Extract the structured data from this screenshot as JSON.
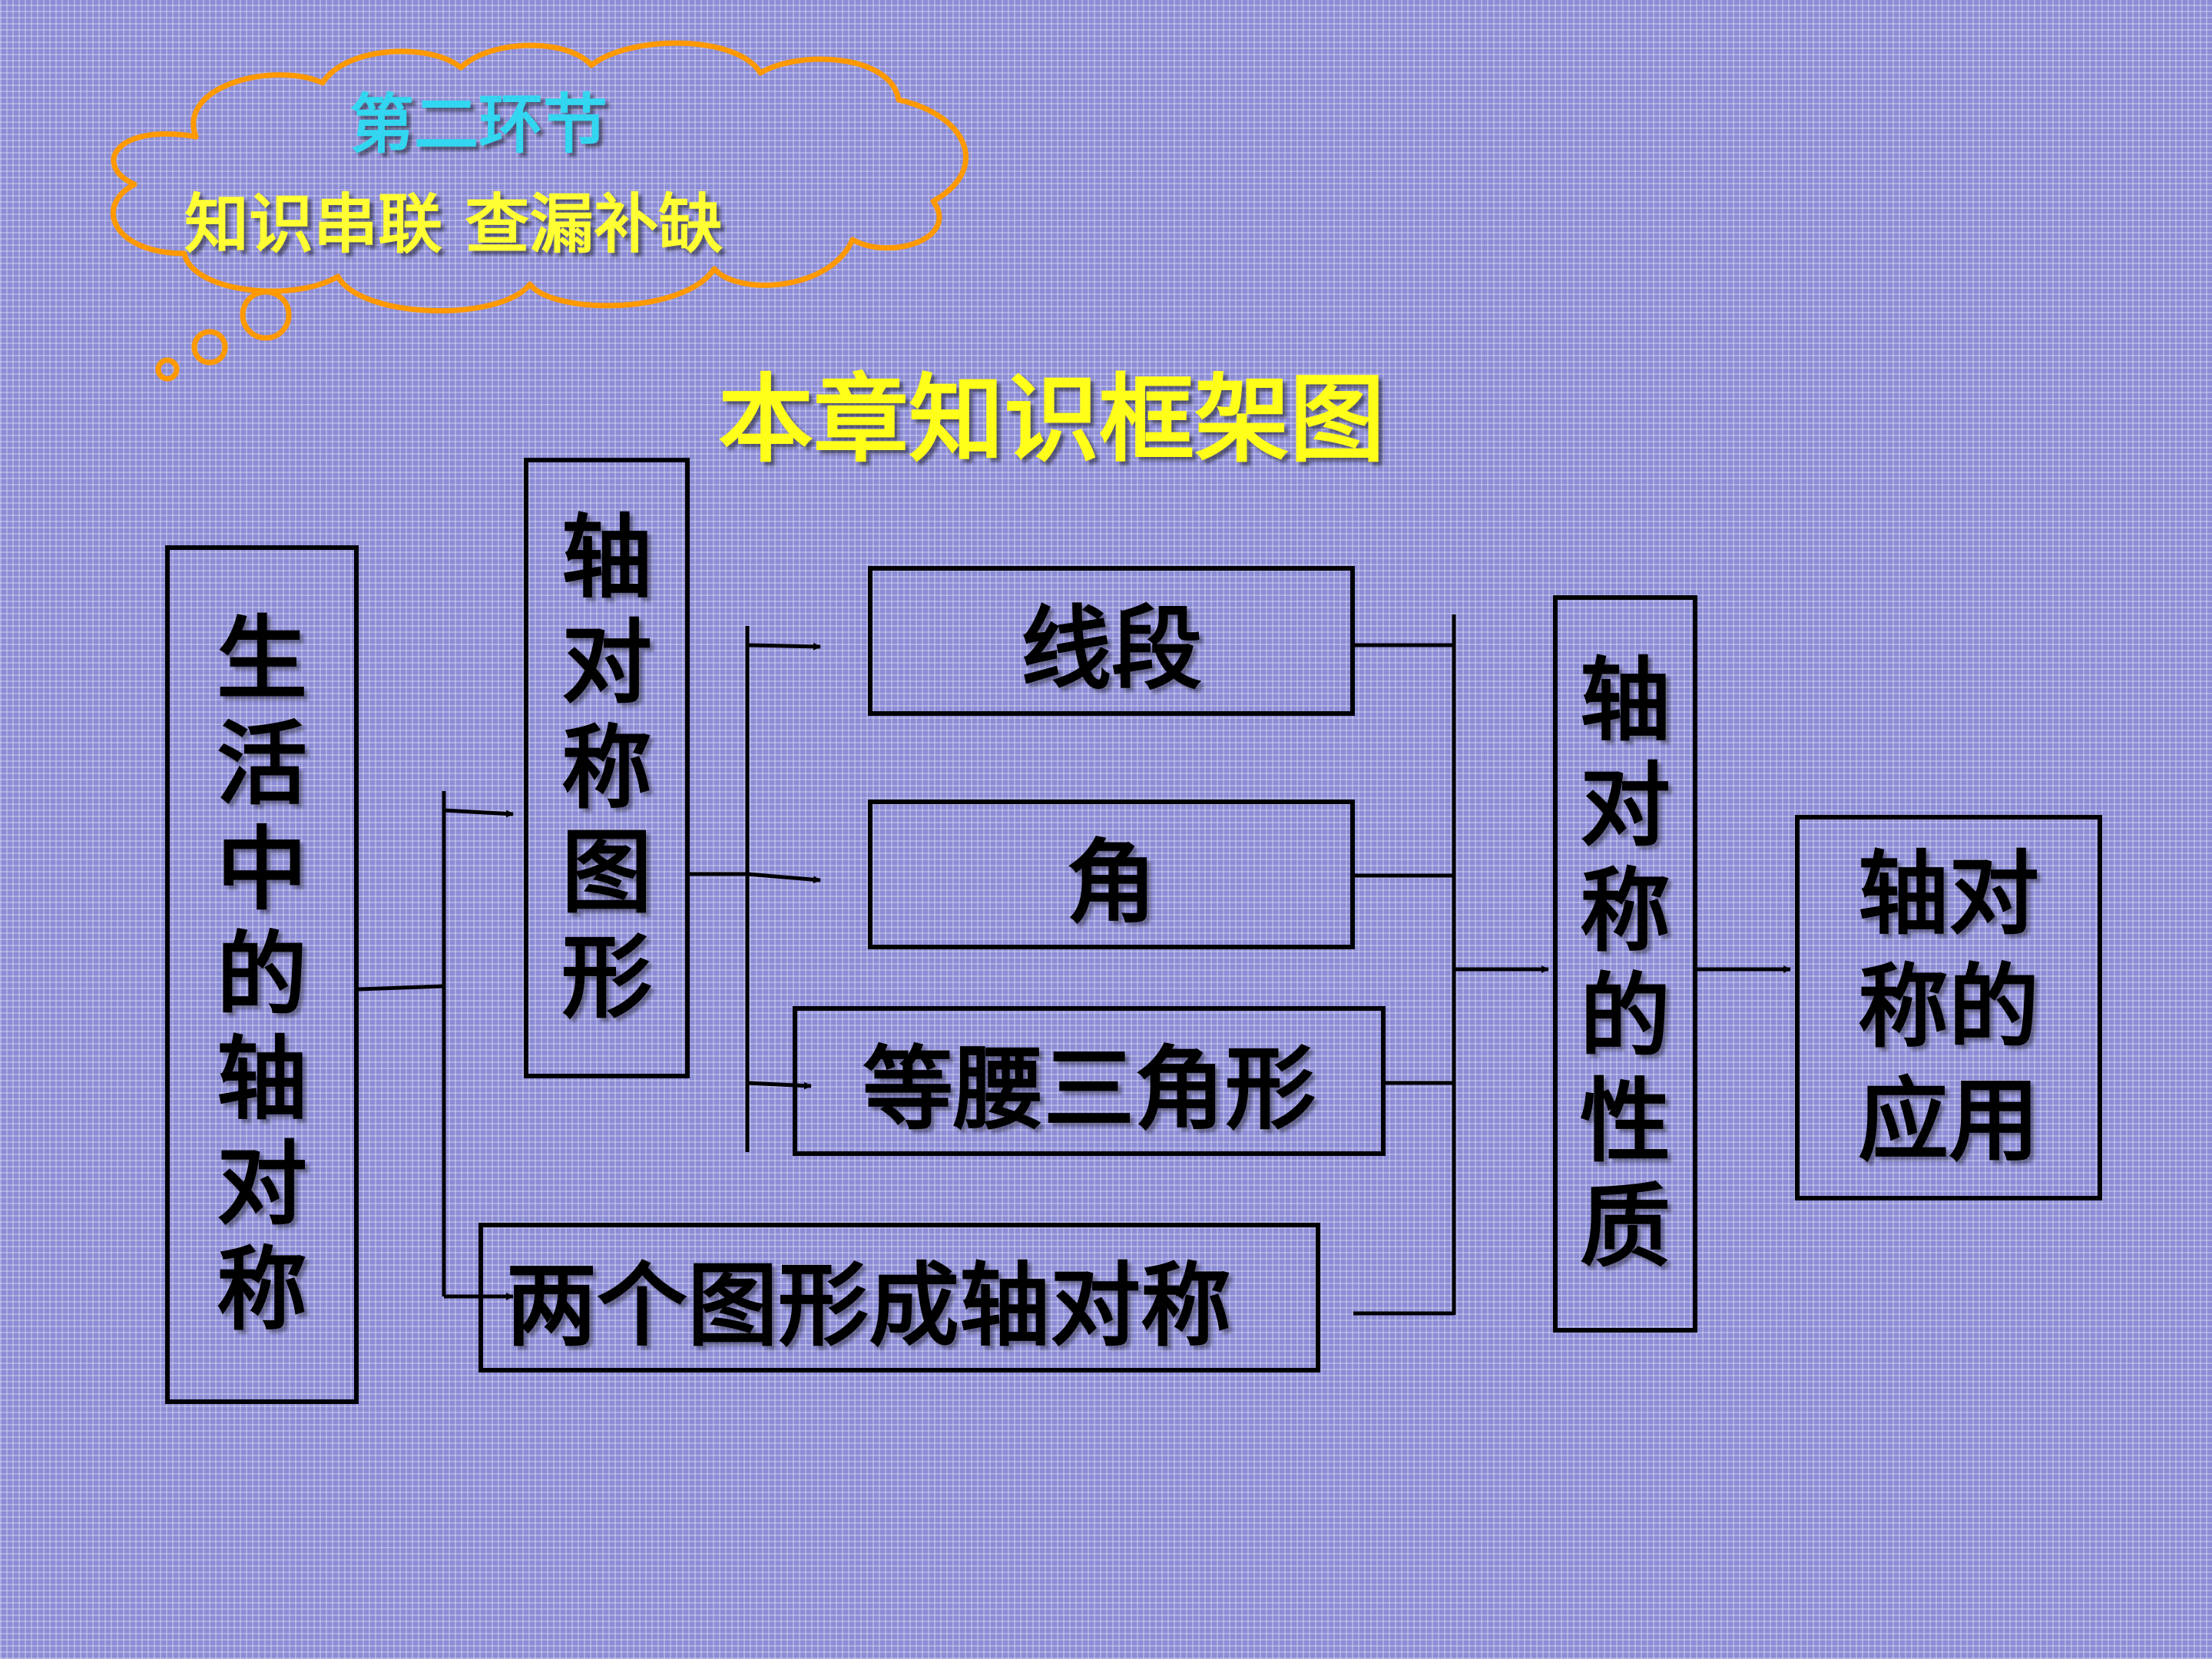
{
  "cloud": {
    "line1": "第二环节",
    "line2": "知识串联  查漏补缺"
  },
  "title": "本章知识框架图",
  "nodes": {
    "life_axis_symmetry": [
      "生",
      "活",
      "中",
      "的",
      "轴",
      "对",
      "称"
    ],
    "axis_symmetric_figure": [
      "轴",
      "对",
      "称",
      "图",
      "形"
    ],
    "segment": "线段",
    "angle": "角",
    "isosceles_triangle": "等腰三角形",
    "two_figures_symmetric": "两个图形成轴对称",
    "axis_symmetry_property": [
      "轴",
      "对",
      "称",
      "的",
      "性",
      "质"
    ],
    "axis_symmetry_application": [
      "轴对",
      "称的",
      "应用"
    ]
  },
  "colors": {
    "background": "#8c8cd6",
    "cloud_outline": "#ff9900",
    "cloud_line1": "#33d6f0",
    "cloud_line2": "#ffff33",
    "title": "#ffff1a"
  }
}
